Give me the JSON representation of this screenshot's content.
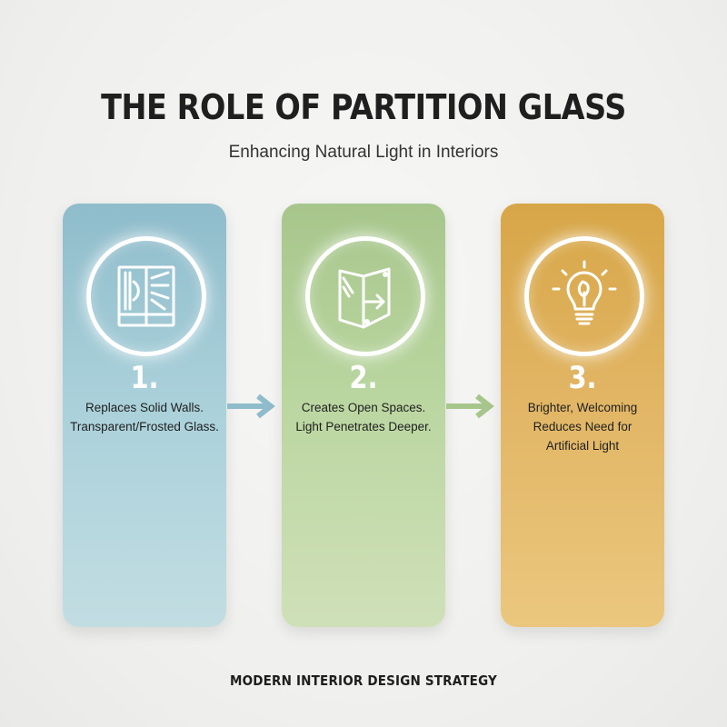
{
  "header": {
    "title": "THE ROLE OF PARTITION GLASS",
    "subtitle": "Enhancing Natural Light in Interiors"
  },
  "steps": [
    {
      "number": "1.",
      "lines": [
        "Replaces Solid Walls.",
        "Transparent/Frosted Glass."
      ],
      "icon": "sunlit-window-icon",
      "color": "#8fbccb"
    },
    {
      "number": "2.",
      "lines": [
        "Creates Open Spaces.",
        "Light Penetrates Deeper."
      ],
      "icon": "glass-panel-arrow-icon",
      "color": "#a7c68c"
    },
    {
      "number": "3.",
      "lines": [
        "Brighter, Welcoming",
        "Reduces Need for",
        "Artificial Light"
      ],
      "icon": "lightbulb-leaf-icon",
      "color": "#d7a647"
    }
  ],
  "arrows": [
    {
      "icon": "arrow-right-icon",
      "color": "#8fbccb"
    },
    {
      "icon": "arrow-right-icon",
      "color": "#a7c68c"
    }
  ],
  "footer": {
    "text": "MODERN INTERIOR DESIGN STRATEGY"
  }
}
